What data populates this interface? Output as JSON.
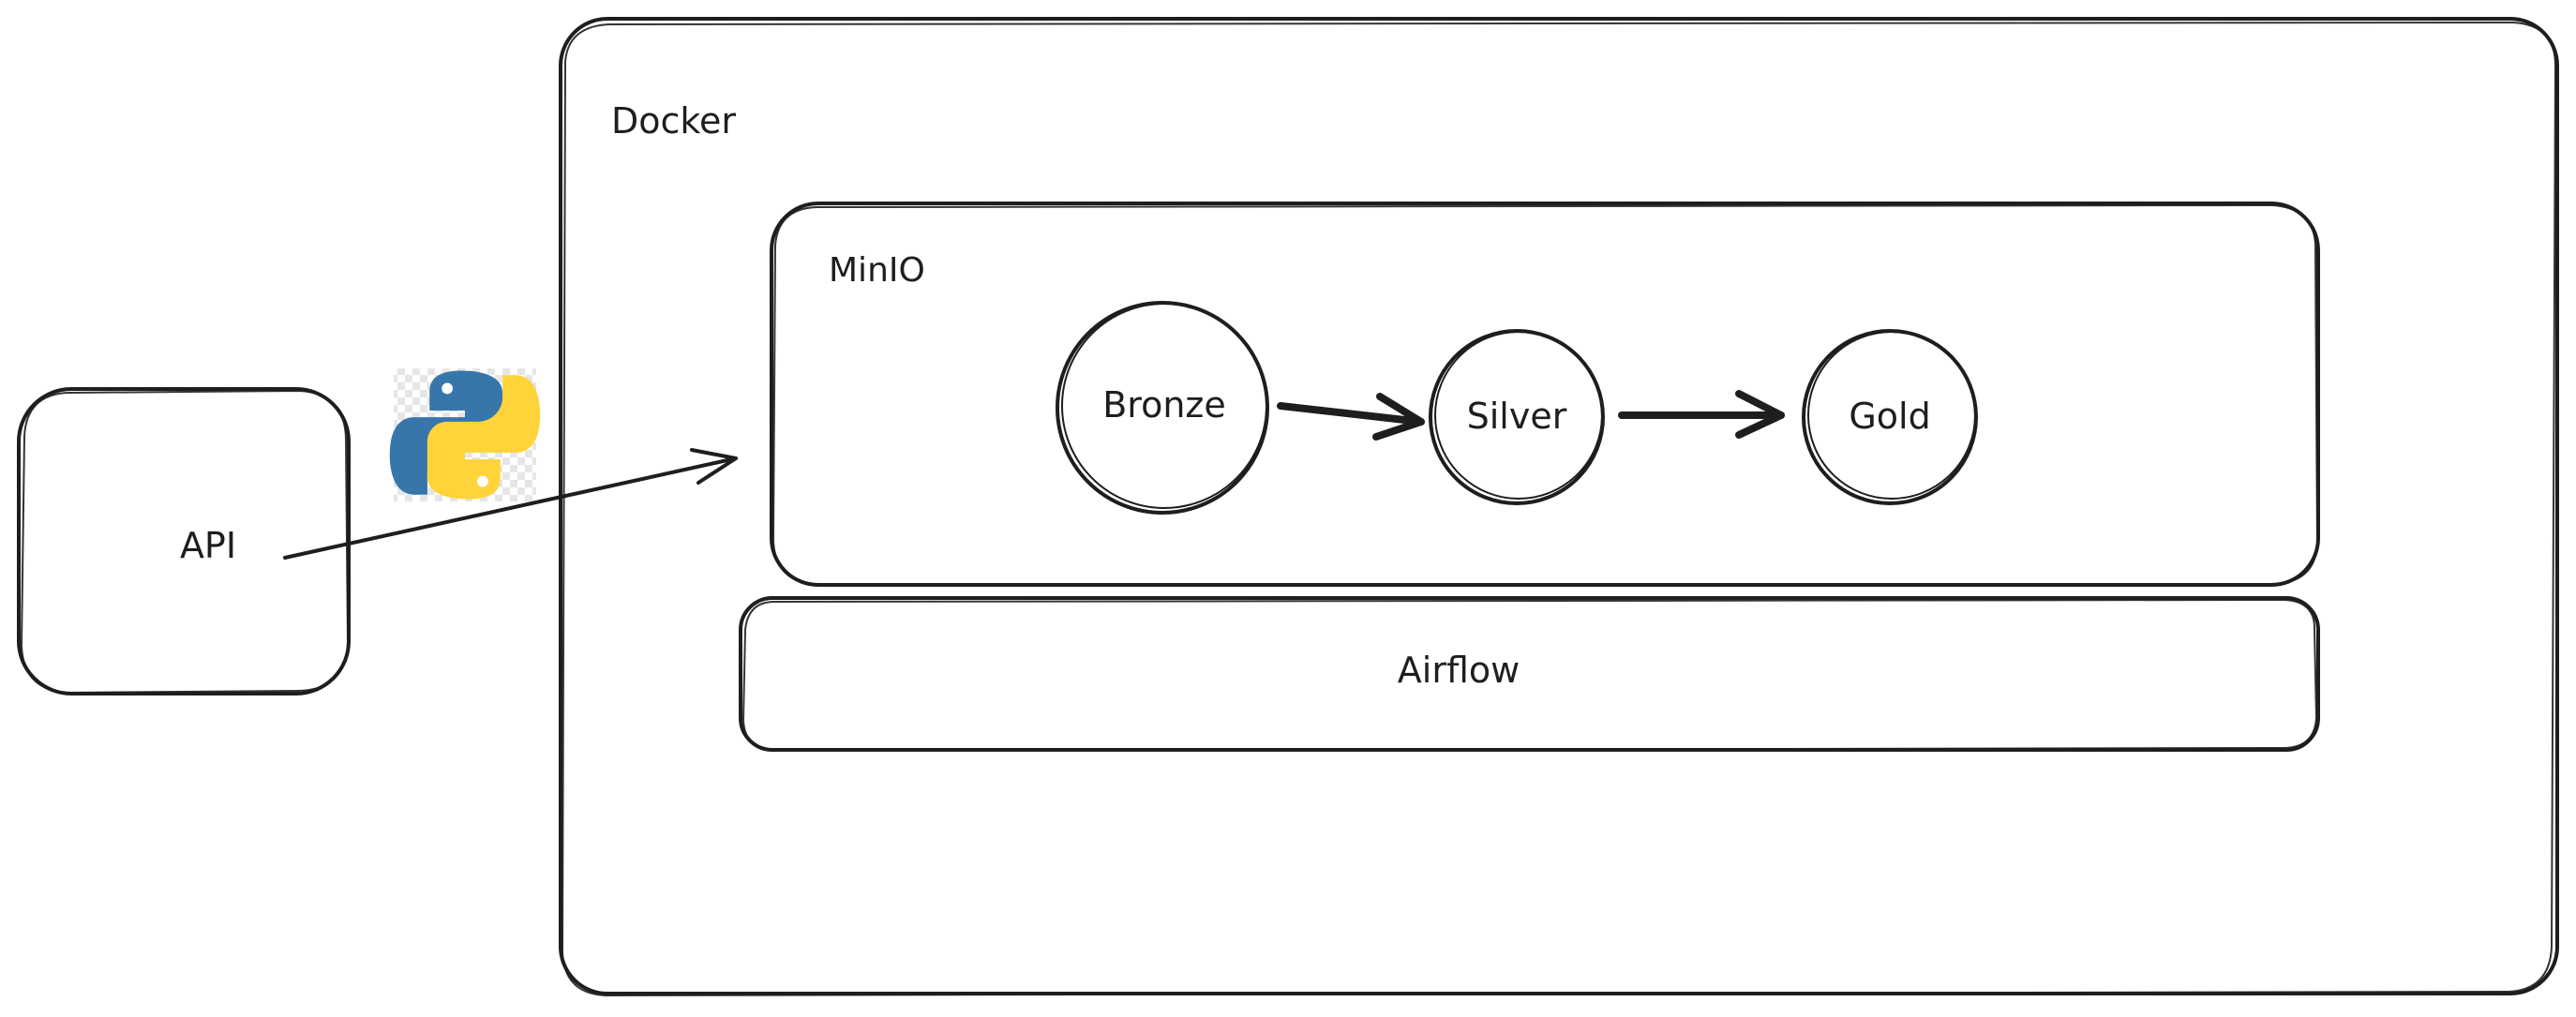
{
  "labels": {
    "docker": "Docker",
    "minio": "MinIO",
    "airflow": "Airflow",
    "api": "API"
  },
  "layers": {
    "bronze": "Bronze",
    "silver": "Silver",
    "gold": "Gold"
  },
  "colors": {
    "stroke": "#1e1e1e",
    "background": "#ffffff",
    "python_blue": "#3776ab",
    "python_yellow": "#ffd43b"
  },
  "icons": {
    "python_logo": "python-logo-icon"
  }
}
